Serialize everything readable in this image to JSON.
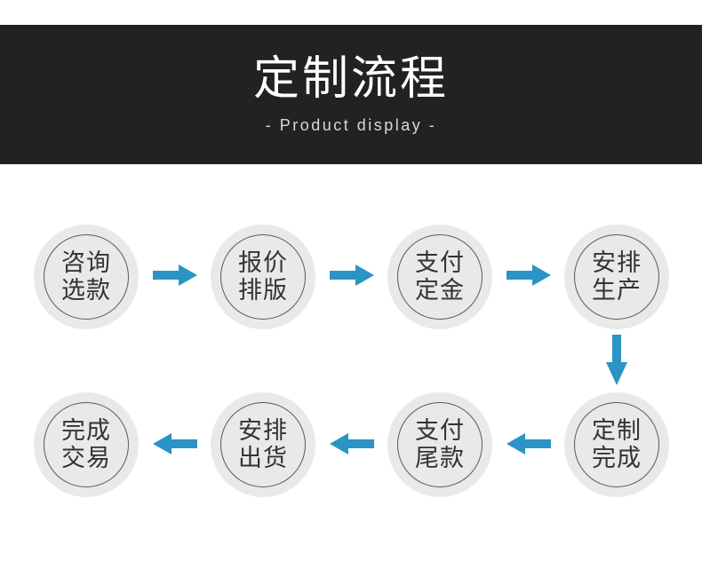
{
  "header": {
    "title": "定制流程",
    "subtitle": "- Product display -"
  },
  "flow": {
    "steps": [
      {
        "id": "consult-select",
        "line1": "咨询",
        "line2": "选款"
      },
      {
        "id": "quote-typeset",
        "line1": "报价",
        "line2": "排版"
      },
      {
        "id": "pay-deposit",
        "line1": "支付",
        "line2": "定金"
      },
      {
        "id": "arrange-production",
        "line1": "安排",
        "line2": "生产"
      },
      {
        "id": "customization-complete",
        "line1": "定制",
        "line2": "完成"
      },
      {
        "id": "pay-balance",
        "line1": "支付",
        "line2": "尾款"
      },
      {
        "id": "arrange-shipment",
        "line1": "安排",
        "line2": "出货"
      },
      {
        "id": "complete-transaction",
        "line1": "完成",
        "line2": "交易"
      }
    ],
    "direction_row1": "left-to-right",
    "direction_row2": "right-to-left"
  },
  "colors": {
    "arrow": "#2b93c6",
    "banner_bg": "#222222",
    "title_text": "#ffffff",
    "subtitle_text": "#d9d9d9",
    "circle_fill": "#e9e9e9",
    "circle_ring": "#5a5a5a",
    "step_text": "#333333"
  }
}
